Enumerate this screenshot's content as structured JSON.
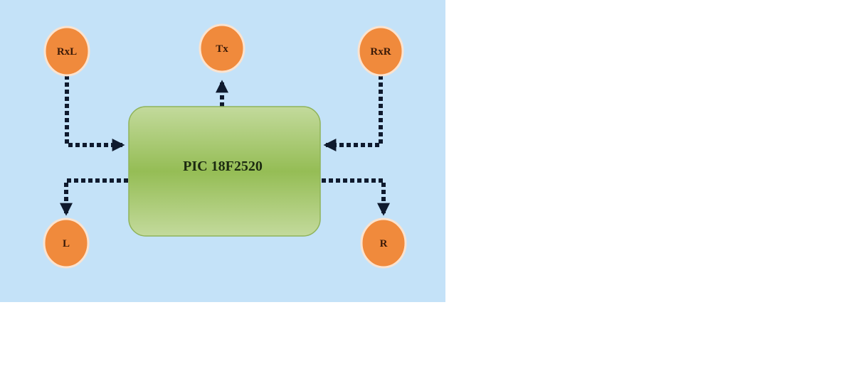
{
  "diagram": {
    "chip": {
      "label": "PIC 18F2520"
    },
    "nodes": {
      "rxl": "RxL",
      "tx": "Tx",
      "rxr": "RxR",
      "l": "L",
      "r": "R"
    },
    "colors": {
      "background": "#c4e2f8",
      "node_fill": "#f08a3c",
      "node_border": "#fbe3cf",
      "chip_fill": "#9cc05c",
      "connector": "#0f1a2e"
    }
  }
}
